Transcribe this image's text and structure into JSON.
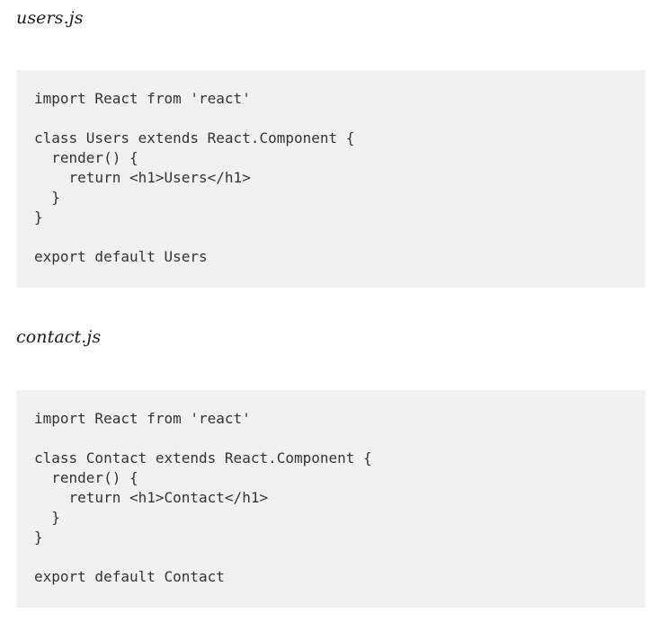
{
  "theme": {
    "page_background": "#ffffff",
    "code_block_background": "#f1f1f1",
    "code_text_color": "#333333",
    "title_text_color": "#1a1a1a"
  },
  "sections": [
    {
      "title": "users.js",
      "code": "import React from 'react'\n\nclass Users extends React.Component {\n  render() {\n    return <h1>Users</h1>\n  }\n}\n\nexport default Users"
    },
    {
      "title": "contact.js",
      "code": "import React from 'react'\n\nclass Contact extends React.Component {\n  render() {\n    return <h1>Contact</h1>\n  }\n}\n\nexport default Contact"
    }
  ]
}
